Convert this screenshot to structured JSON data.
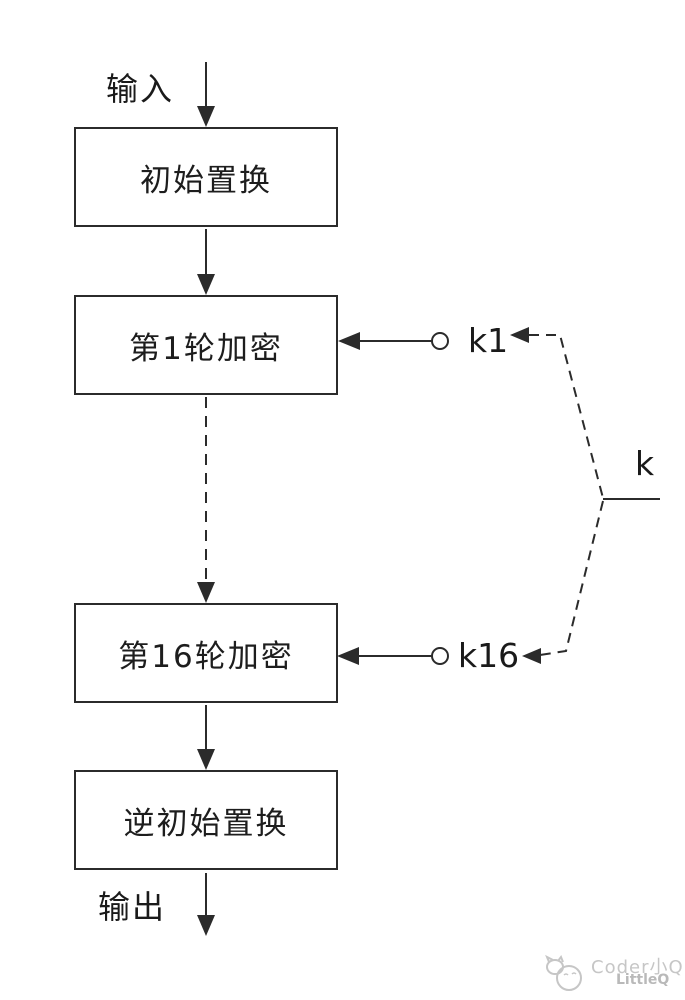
{
  "diagram": {
    "nodes": [
      {
        "id": "initial-permutation",
        "label": "初始置换"
      },
      {
        "id": "round-1-encryption",
        "label": "第1轮加密"
      },
      {
        "id": "round-16-encryption",
        "label": "第16轮加密"
      },
      {
        "id": "inverse-initial-permutation",
        "label": "逆初始置换"
      }
    ],
    "labels": {
      "input": "输入",
      "output": "输出",
      "key1": "k1",
      "key16": "k16",
      "key": "k"
    },
    "colors": {
      "line": "#2b2b2b",
      "text": "#1a1a1a",
      "watermark": "#c6c6c6",
      "background": "#ffffff"
    }
  },
  "watermark": {
    "brand": "Coder小Q",
    "sub": "LittleQ"
  }
}
